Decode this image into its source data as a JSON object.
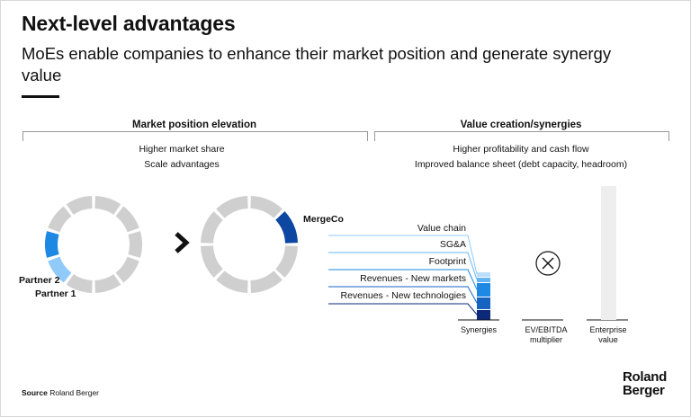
{
  "title": "Next-level advantages",
  "subtitle": "MoEs enable companies to enhance their market position and generate synergy value",
  "left": {
    "heading": "Market position elevation",
    "notes": [
      "Higher market share",
      "Scale advantages"
    ],
    "donut_before": {
      "segments": 10,
      "labels": {
        "partner2": "Partner 2",
        "partner1": "Partner 1"
      },
      "colors": {
        "partner2": "#1e88e5",
        "partner1": "#90caf9",
        "other": "#cfcfcf"
      }
    },
    "arrow": "›",
    "donut_after": {
      "segments": 8,
      "label": "MergeCo",
      "colors": {
        "mergeco": "#0d47a1",
        "other": "#cfcfcf"
      }
    }
  },
  "right": {
    "heading": "Value creation/synergies",
    "notes": [
      "Higher profitability and cash flow",
      "Improved balance sheet (debt capacity, headroom)"
    ],
    "synergy_stack": [
      {
        "label": "Revenues - New technologies",
        "color": "#0d2a7a"
      },
      {
        "label": "Revenues - New markets",
        "color": "#1565c0"
      },
      {
        "label": "Footprint",
        "color": "#1e88e5"
      },
      {
        "label": "SG&A",
        "color": "#64b5f6"
      },
      {
        "label": "Value chain",
        "color": "#bbdefb"
      }
    ],
    "columns": [
      "Synergies",
      "EV/EBITDA multiplier",
      "Enterprise value"
    ],
    "multiply_symbol": "×"
  },
  "source_label": "Source",
  "source_value": "Roland Berger",
  "logo": [
    "Roland",
    "Berger"
  ]
}
